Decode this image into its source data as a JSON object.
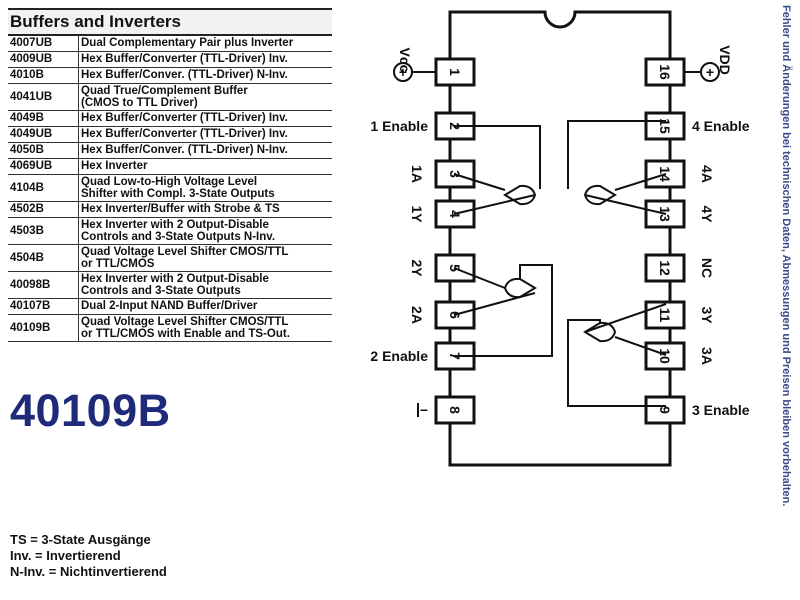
{
  "table": {
    "title": "Buffers and Inverters",
    "rows": [
      {
        "part": "4007UB",
        "desc": [
          "Dual Complementary Pair plus Inverter"
        ]
      },
      {
        "part": "4009UB",
        "desc": [
          "Hex Buffer/Converter (TTL-Driver) Inv."
        ]
      },
      {
        "part": "4010B",
        "desc": [
          "Hex Buffer/Conver. (TTL-Driver) N-Inv."
        ]
      },
      {
        "part": "4041UB",
        "desc": [
          "Quad True/Complement Buffer",
          "(CMOS to TTL Driver)"
        ]
      },
      {
        "part": "4049B",
        "desc": [
          "Hex Buffer/Converter (TTL-Driver) Inv."
        ]
      },
      {
        "part": "4049UB",
        "desc": [
          "Hex Buffer/Converter (TTL-Driver) Inv."
        ]
      },
      {
        "part": "4050B",
        "desc": [
          "Hex Buffer/Conver. (TTL-Driver) N-Inv."
        ]
      },
      {
        "part": "4069UB",
        "desc": [
          "Hex Inverter"
        ]
      },
      {
        "part": "4104B",
        "desc": [
          "Quad Low-to-High Voltage Level",
          "Shifter with Compl. 3-State Outputs"
        ]
      },
      {
        "part": "4502B",
        "desc": [
          "Hex Inverter/Buffer with Strobe & TS"
        ]
      },
      {
        "part": "4503B",
        "desc": [
          "Hex Inverter with 2 Output-Disable",
          "Controls and 3-State Outputs N-Inv."
        ]
      },
      {
        "part": "4504B",
        "desc": [
          "Quad Voltage Level Shifter CMOS/TTL",
          "or TTL/CMOS"
        ]
      },
      {
        "part": "40098B",
        "desc": [
          "Hex Inverter with 2 Output-Disable",
          "Controls and 3-State Outputs"
        ]
      },
      {
        "part": "40107B",
        "desc": [
          "Dual 2-Input NAND Buffer/Driver"
        ]
      },
      {
        "part": "40109B",
        "desc": [
          "Quad Voltage Level Shifter CMOS/TTL",
          "or TTL/CMOS with Enable and TS-Out."
        ]
      }
    ]
  },
  "part_number": "40109B",
  "legend": [
    "TS = 3-State Ausgänge",
    "Inv. = Invertierend",
    "N-Inv. =  Nichtinvertierend"
  ],
  "side_note": "Fehler und Änderungen bei technischen Daten, Abmessungen und Preisen bleiben vorbehalten.",
  "chip": {
    "left_pins": [
      {
        "num": "1",
        "label": "Vcc"
      },
      {
        "num": "2",
        "label": "1 Enable"
      },
      {
        "num": "3",
        "label": "1A"
      },
      {
        "num": "4",
        "label": "1Y"
      },
      {
        "num": "5",
        "label": "2Y"
      },
      {
        "num": "6",
        "label": "2A"
      },
      {
        "num": "7",
        "label": "2 Enable"
      },
      {
        "num": "8",
        "label": "−"
      }
    ],
    "right_pins": [
      {
        "num": "16",
        "label": "VDD"
      },
      {
        "num": "15",
        "label": "4 Enable"
      },
      {
        "num": "14",
        "label": "4A"
      },
      {
        "num": "13",
        "label": "4Y"
      },
      {
        "num": "12",
        "label": "NC"
      },
      {
        "num": "11",
        "label": "3Y"
      },
      {
        "num": "10",
        "label": "3A"
      },
      {
        "num": "9",
        "label": "3 Enable"
      }
    ],
    "plus_symbol": "+",
    "colors": {
      "title_blue": "#1f2a7a",
      "note_blue": "#3a4a8a",
      "line": "#111111"
    }
  }
}
